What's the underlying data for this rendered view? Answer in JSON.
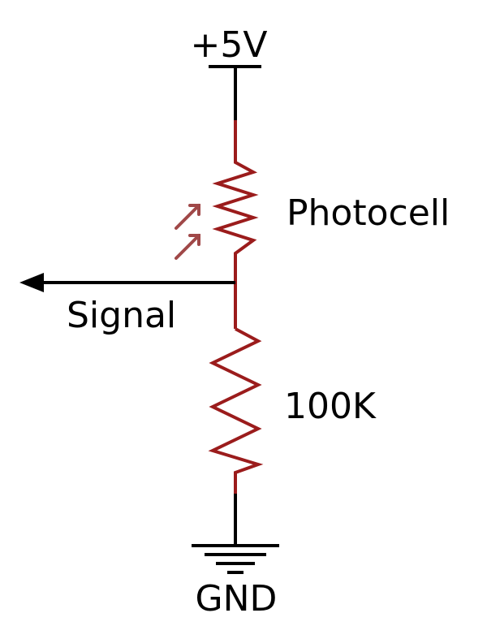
{
  "labels": {
    "supply": "+5V",
    "photocell": "Photocell",
    "signal": "Signal",
    "resistor": "100K",
    "ground": "GND"
  },
  "colors": {
    "wire": "#000000",
    "component": "#9b1c1c",
    "light_arrows": "#a04848",
    "background": "#ffffff"
  }
}
